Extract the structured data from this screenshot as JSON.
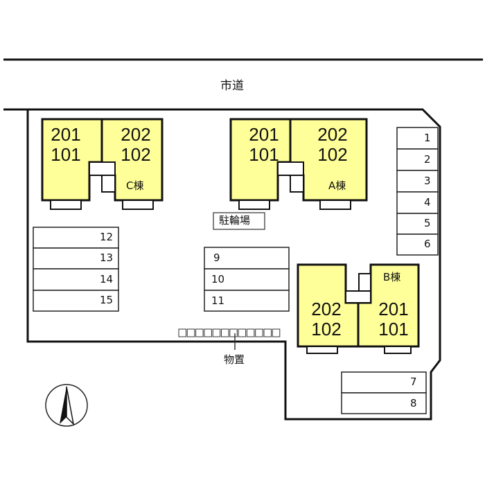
{
  "road_label": "市道",
  "buildings": {
    "C": {
      "label": "C棟",
      "left": [
        "201",
        "101"
      ],
      "right": [
        "202",
        "102"
      ]
    },
    "A": {
      "label": "A棟",
      "left": [
        "201",
        "101"
      ],
      "right": [
        "202",
        "102"
      ]
    },
    "B": {
      "label": "B棟",
      "left": [
        "202",
        "102"
      ],
      "right": [
        "201",
        "101"
      ]
    }
  },
  "bicycle_parking": "駐輪場",
  "storage": "物置",
  "parking": [
    "1",
    "2",
    "3",
    "4",
    "5",
    "6",
    "7",
    "8",
    "9",
    "10",
    "11",
    "12",
    "13",
    "14",
    "15"
  ],
  "colors": {
    "building": "#ffff99",
    "line": "#111111"
  }
}
